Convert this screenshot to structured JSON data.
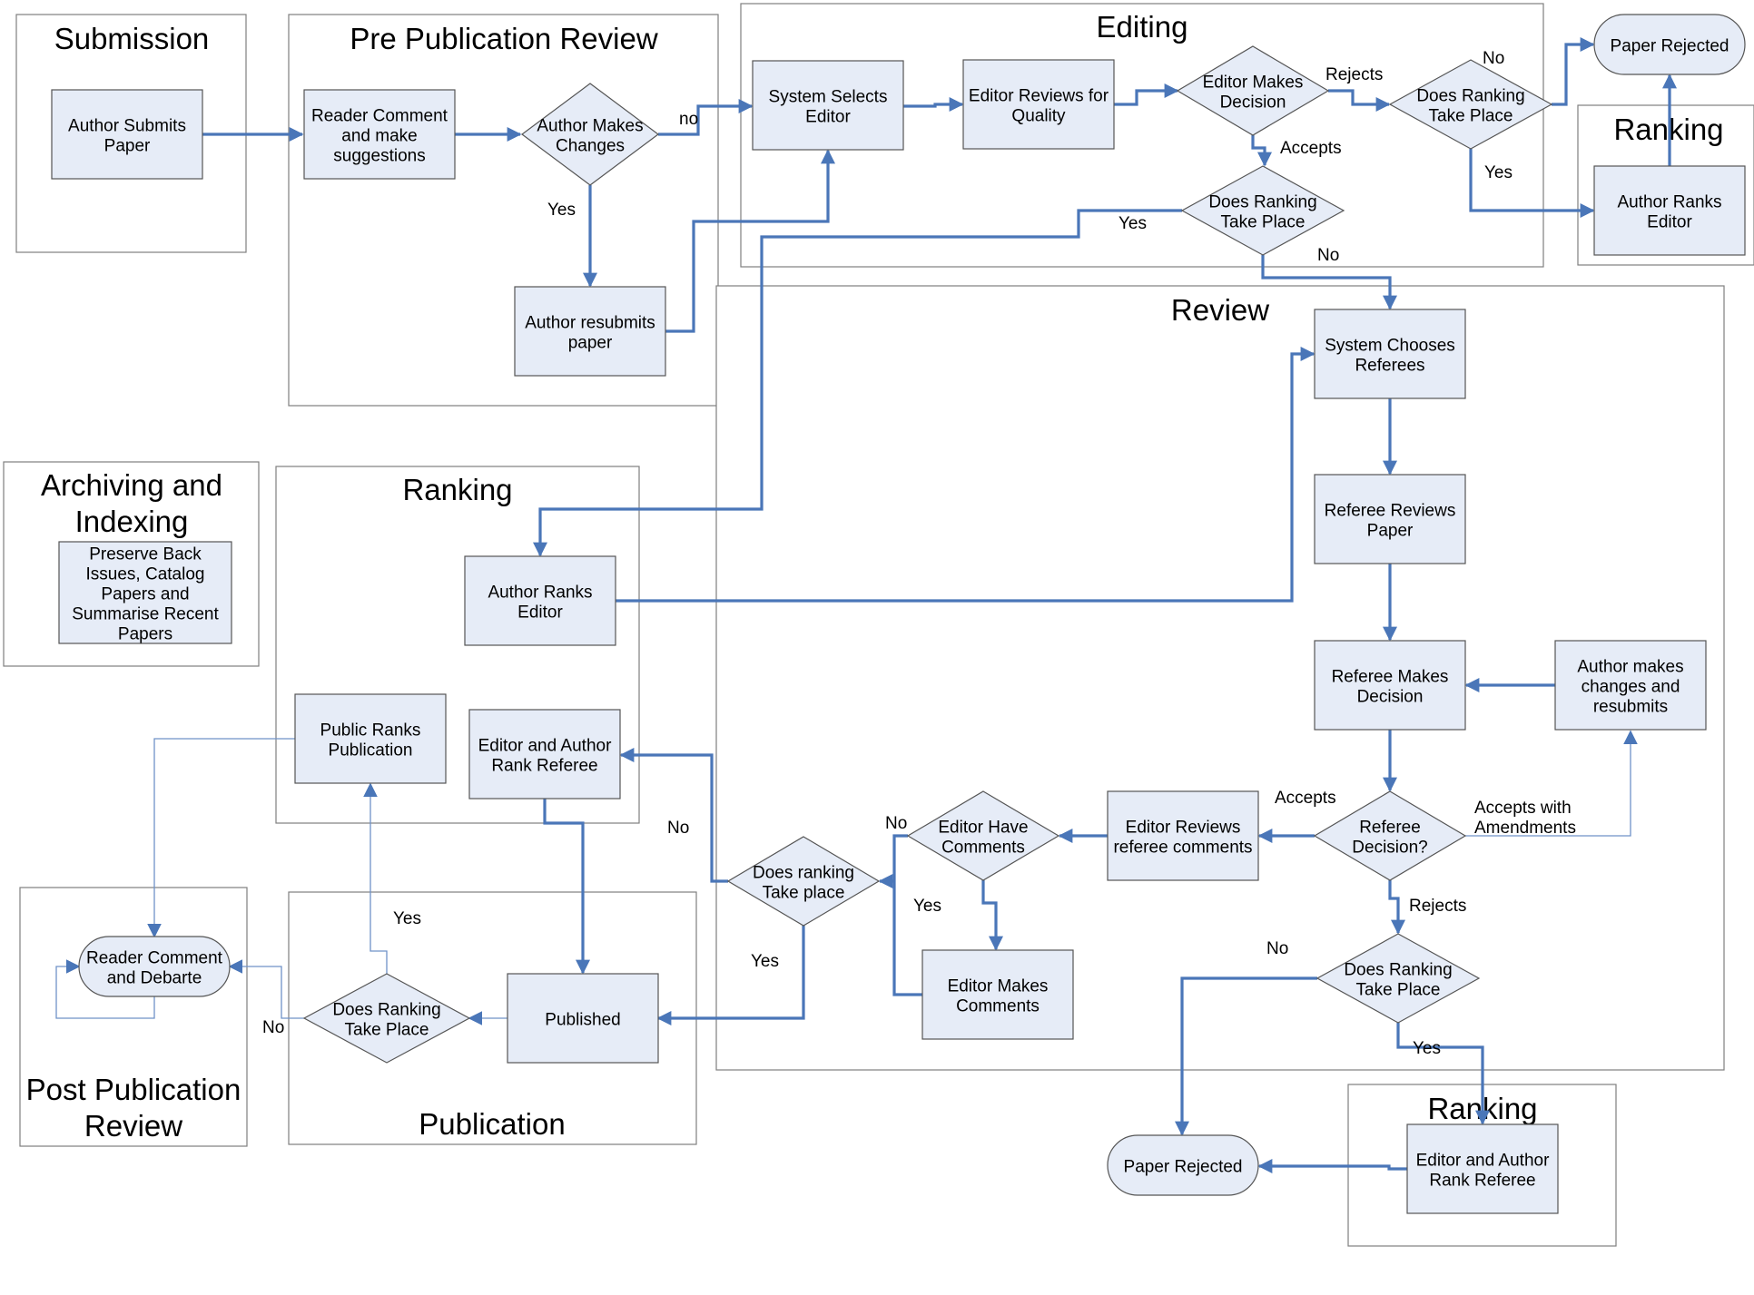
{
  "diagram": {
    "colors": {
      "edge": "#4a76b8",
      "node_fill": "#e6ecf7",
      "region_border": "#7f7f7f"
    },
    "regions": {
      "submission": "Submission",
      "pre_publication_review": "Pre Publication Review",
      "editing": "Editing",
      "ranking_top": "Ranking",
      "review": "Review",
      "archiving": [
        "Archiving and",
        "Indexing"
      ],
      "ranking_left": "Ranking",
      "post_publication_review": [
        "Post Publication",
        "Review"
      ],
      "publication": "Publication",
      "ranking_bottom": "Ranking"
    },
    "nodes": {
      "author_submits": [
        "Author Submits",
        "Paper"
      ],
      "reader_comment": [
        "Reader Comment",
        "and make",
        "suggestions"
      ],
      "author_makes_changes": [
        "Author Makes",
        "Changes"
      ],
      "author_resubmits": [
        "Author resubmits",
        "paper"
      ],
      "system_selects_editor": [
        "System Selects",
        "Editor"
      ],
      "editor_reviews_quality": [
        "Editor Reviews for",
        "Quality"
      ],
      "editor_makes_decision": [
        "Editor Makes",
        "Decision"
      ],
      "does_ranking_editing_reject": [
        "Does Ranking",
        "Take Place"
      ],
      "paper_rejected_top": [
        "Paper Rejected"
      ],
      "author_ranks_editor_top": [
        "Author Ranks",
        "Editor"
      ],
      "does_ranking_editing_accept": [
        "Does Ranking",
        "Take Place"
      ],
      "system_chooses_referees": [
        "System Chooses",
        "Referees"
      ],
      "referee_reviews_paper": [
        "Referee Reviews",
        "Paper"
      ],
      "referee_makes_decision": [
        "Referee Makes",
        "Decision"
      ],
      "author_makes_changes_resubmits": [
        "Author makes",
        "changes and",
        "resubmits"
      ],
      "referee_decision": [
        "Referee",
        "Decision?"
      ],
      "editor_reviews_referee_comments": [
        "Editor Reviews",
        "referee comments"
      ],
      "editor_have_comments": [
        "Editor Have",
        "Comments"
      ],
      "editor_makes_comments": [
        "Editor Makes",
        "Comments"
      ],
      "does_ranking_review": [
        "Does ranking",
        "Take place"
      ],
      "does_ranking_referee_reject": [
        "Does Ranking",
        "Take Place"
      ],
      "paper_rejected_bottom": [
        "Paper Rejected"
      ],
      "editor_author_rank_referee_bottom": [
        "Editor and Author",
        "Rank Referee"
      ],
      "preserve_back_issues": [
        "Preserve Back",
        "Issues, Catalog",
        "Papers and",
        "Summarise Recent",
        "Papers"
      ],
      "author_ranks_editor_left": [
        "Author Ranks",
        "Editor"
      ],
      "public_ranks_publication": [
        "Public Ranks",
        "Publication"
      ],
      "editor_author_rank_referee_left": [
        "Editor and Author",
        "Rank Referee"
      ],
      "published": [
        "Published"
      ],
      "does_ranking_publication": [
        "Does Ranking",
        "Take Place"
      ],
      "reader_comment_debate": [
        "Reader Comment",
        "and Debarte"
      ]
    },
    "edge_labels": {
      "pre_no": "no",
      "pre_yes": "Yes",
      "edit_rejects": "Rejects",
      "edit_accepts": "Accepts",
      "rank_top_no": "No",
      "rank_top_yes": "Yes",
      "rank_accept_yes": "Yes",
      "rank_accept_no": "No",
      "ref_accepts": "Accepts",
      "ref_accepts_amend": [
        "Accepts with",
        "Amendments"
      ],
      "ref_rejects": "Rejects",
      "ref_rank_no": "No",
      "ref_rank_yes": "Yes",
      "editor_comments_no": "No",
      "editor_comments_yes": "Yes",
      "review_rank_no": "No",
      "review_rank_yes": "Yes",
      "pub_yes": "Yes",
      "pub_no": "No"
    }
  }
}
